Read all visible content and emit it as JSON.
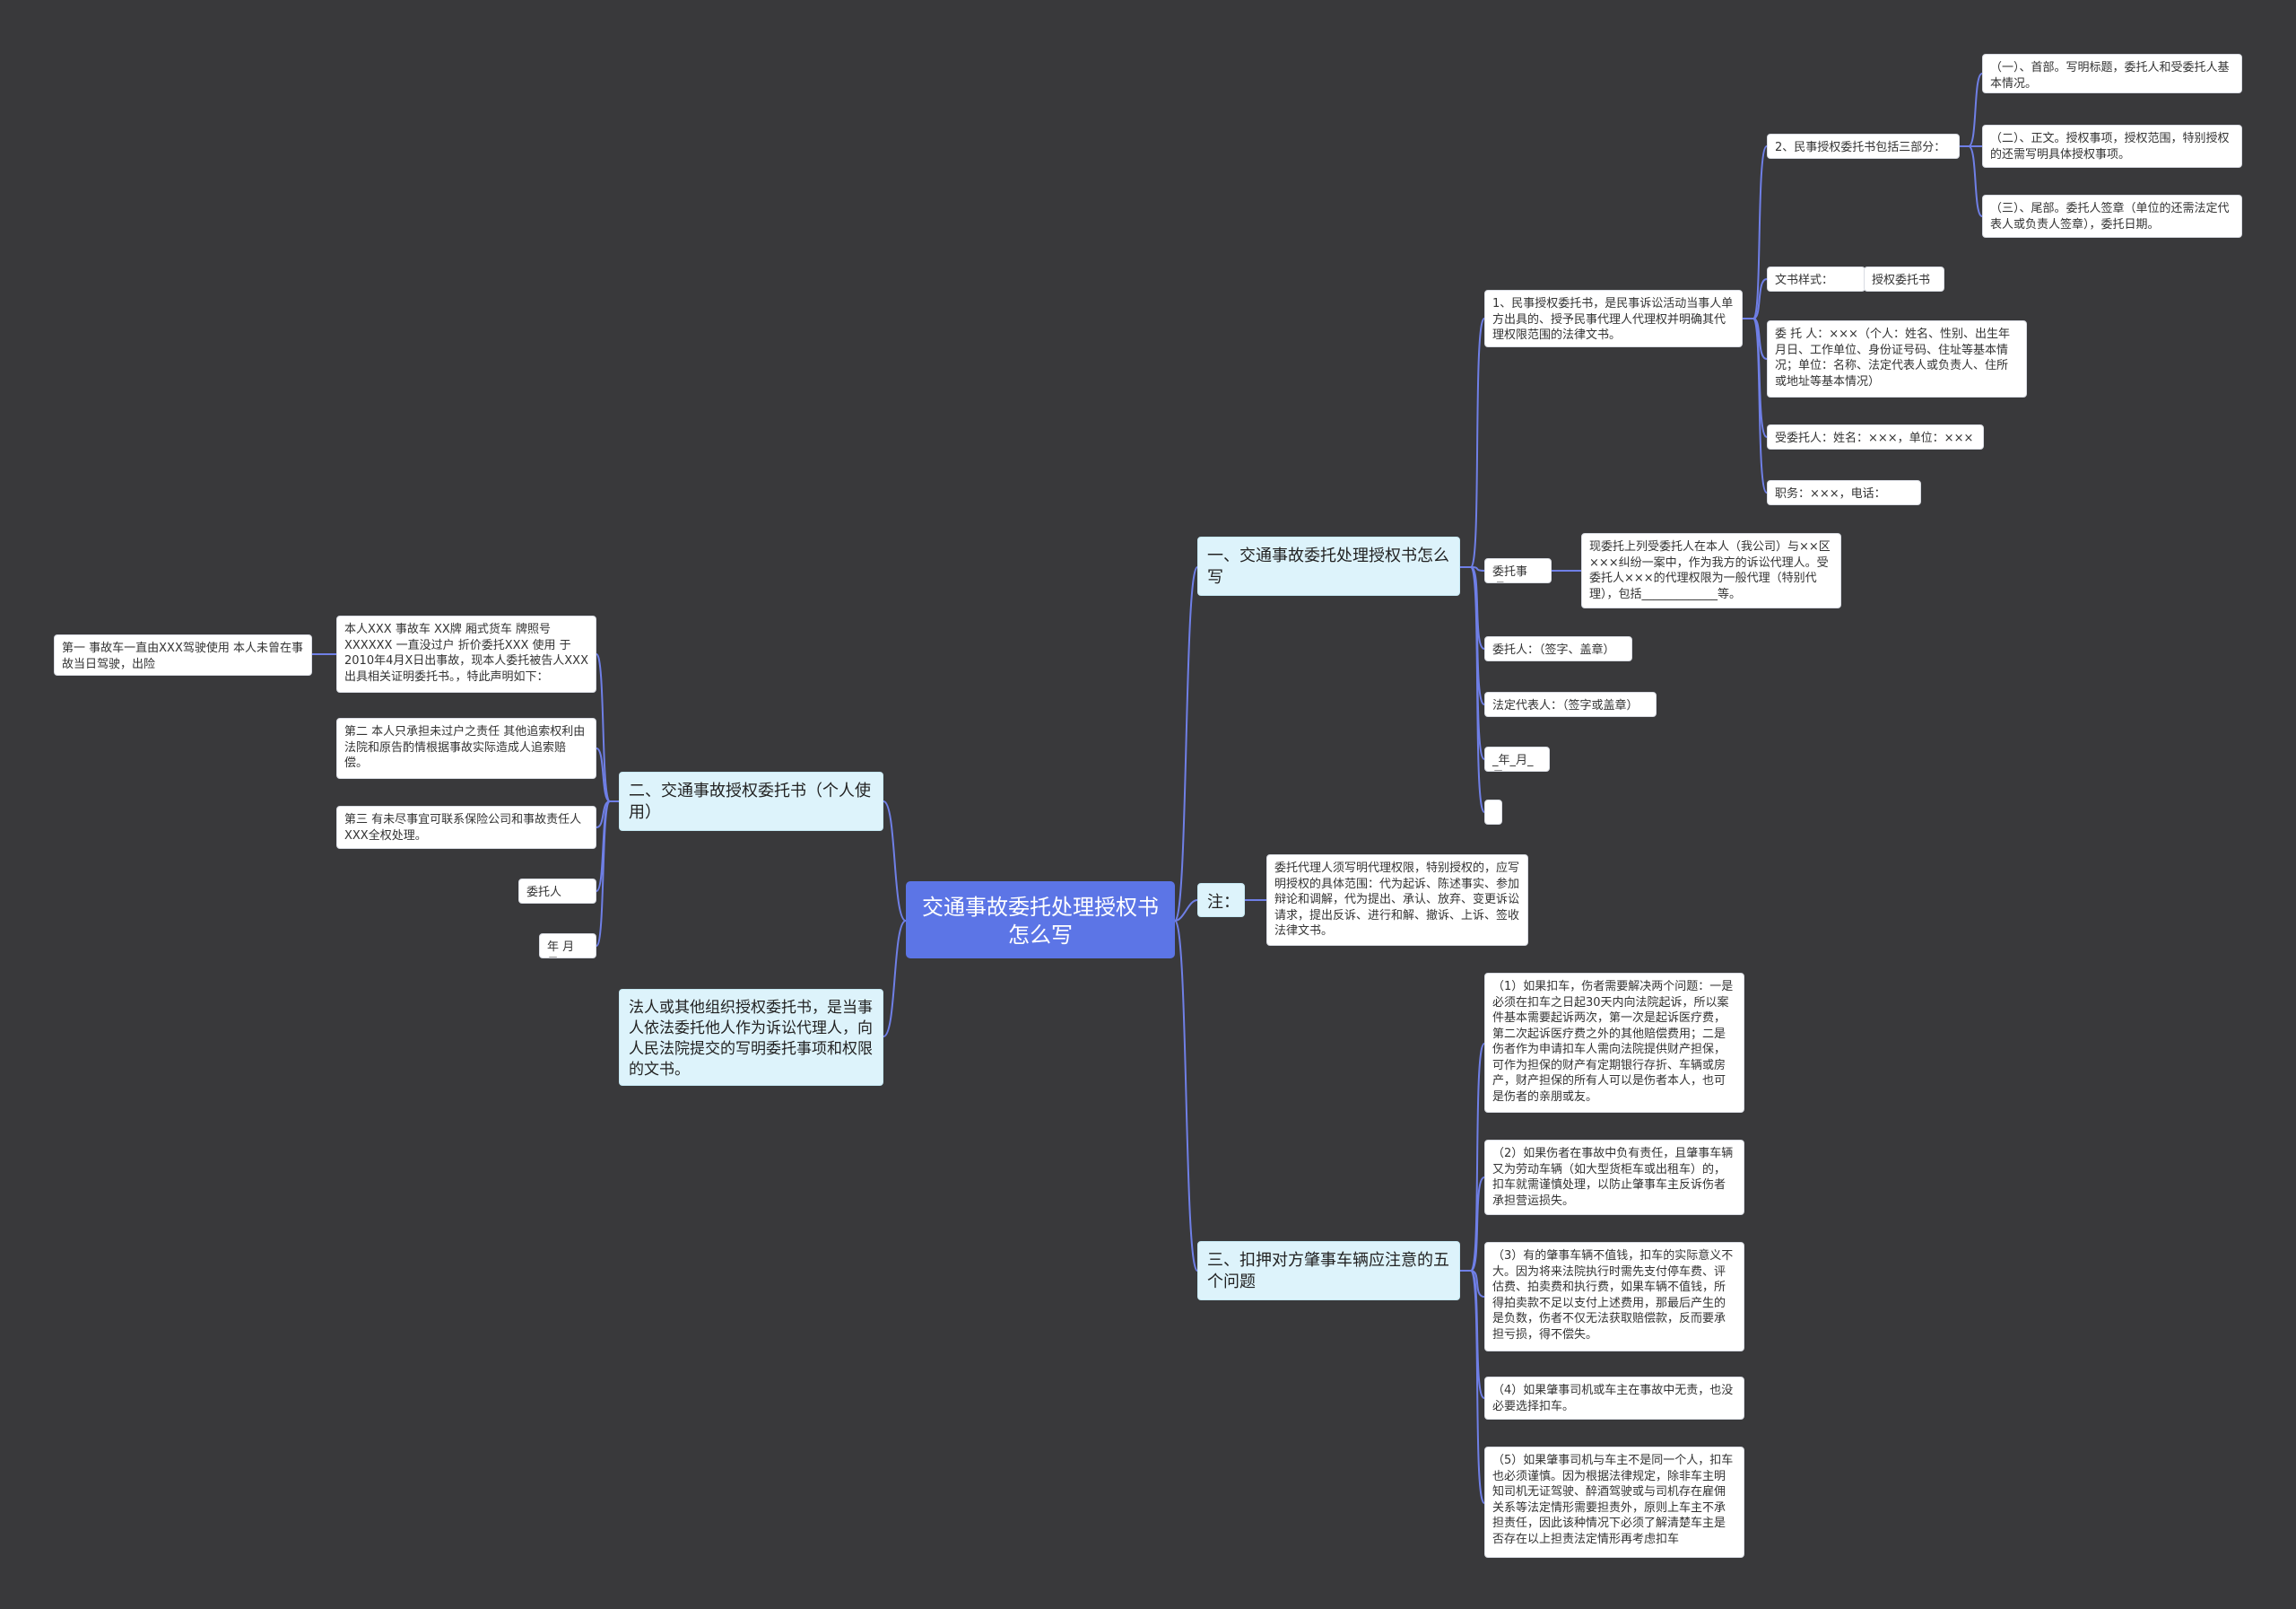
{
  "root": {
    "title": "交通事故委托处理授权书怎么写"
  },
  "branches": {
    "b1": {
      "label": "一、交通事故委托处理授权书怎么写",
      "def": "1、民事授权委托书，是民事诉讼活动当事人单方出具的、授予民事代理人代理权并明确其代理权限范围的法律文书。",
      "three_parts": "2、民事授权委托书包括三部分：",
      "part1": "（一）、首部。写明标题，委托人和受委托人基本情况。",
      "part2": "（二）、正文。授权事项，授权范围，特别授权的还需写明具体授权事项。",
      "part3": "（三）、尾部。委托人签章（单位的还需法定代表人或负责人签章），委托日期。",
      "sample_label": "文书样式：",
      "sample_value": "授权委托书",
      "principal": "委 托 人：×××（个人：姓名、性别、出生年月日、工作单位、身份证号码、住址等基本情况；单位：名称、法定代表人或负责人、住所或地址等基本情况）",
      "agent": "受委托人：姓名：×××，单位：×××",
      "position": "职务：×××，电话：×××",
      "matter_label": "委托事项：",
      "matter_text": "现委托上列受委托人在本人（我公司）与××区×××纠纷一案中，作为我方的诉讼代理人。受委托人×××的代理权限为一般代理（特别代理），包括_____________等。",
      "sign": "委托人：（签字、盖章）",
      "legal_rep": "法定代表人：（签字或盖章）",
      "date": "_年_月_日",
      "empty": ""
    },
    "note": {
      "label": "注：",
      "text": "委托代理人须写明代理权限，特别授权的，应写明授权的具体范围：代为起诉、陈述事实、参加辩论和调解，代为提出、承认、放弃、变更诉讼请求，提出反诉、进行和解、撤诉、上诉、签收法律文书。"
    },
    "b3": {
      "label": "三、扣押对方肇事车辆应注意的五个问题",
      "items": [
        "（1）如果扣车，伤者需要解决两个问题：一是必须在扣车之日起30天内向法院起诉，所以案件基本需要起诉两次，第一次是起诉医疗费，第二次起诉医疗费之外的其他赔偿费用；二是伤者作为申请扣车人需向法院提供财产担保，可作为担保的财产有定期银行存折、车辆或房产，财产担保的所有人可以是伤者本人，也可是伤者的亲朋或友。",
        "（2）如果伤者在事故中负有责任，且肇事车辆又为劳动车辆（如大型货柜车或出租车）的，扣车就需谨慎处理，以防止肇事车主反诉伤者承担营运损失。",
        "（3）有的肇事车辆不值钱，扣车的实际意义不大。因为将来法院执行时需先支付停车费、评估费、拍卖费和执行费，如果车辆不值钱，所得拍卖款不足以支付上述费用，那最后产生的是负数，伤者不仅无法获取赔偿款，反而要承担亏损，得不偿失。",
        "（4）如果肇事司机或车主在事故中无责，也没必要选择扣车。",
        "（5）如果肇事司机与车主不是同一个人，扣车也必须谨慎。因为根据法律规定，除非车主明知司机无证驾驶、醉酒驾驶或与司机存在雇佣关系等法定情形需要担责外，原则上车主不承担责任，因此该种情况下必须了解清楚车主是否存在以上担责法定情形再考虑扣车"
      ]
    },
    "b2": {
      "label": "二、交通事故授权委托书（个人使用）",
      "statement": "本人XXX 事故车 XX牌 厢式货车 牌照号XXXXXX 一直没过户 折价委托XXX 使用 于2010年4月X日出事故，现本人委托被告人XXX 出具相关证明委托书。，特此声明如下：",
      "first": "第一 事故车一直由XXX驾驶使用 本人未曾在事故当日驾驶，出险",
      "second": "第二 本人只承担未过户之责任 其他追索权利由法院和原告酌情根据事故实际造成人追索赔偿。",
      "third": "第三 有未尽事宜可联系保险公司和事故责任人XXX全权处理。",
      "signer": "委托人 XXX",
      "date": "年 月 日"
    },
    "b4": {
      "label": "法人或其他组织授权委托书，是当事人依法委托他人作为诉讼代理人，向人民法院提交的写明委托事项和权限的文书。"
    }
  }
}
